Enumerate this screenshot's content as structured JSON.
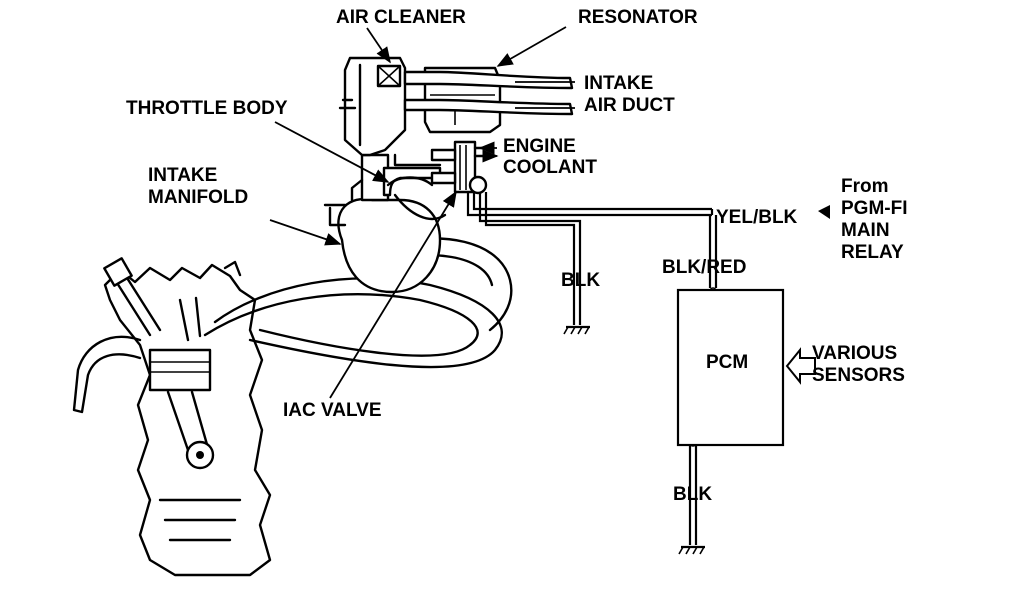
{
  "labels": {
    "air_cleaner": "AIR CLEANER",
    "resonator": "RESONATOR",
    "intake_line1": "INTAKE",
    "air_duct": "AIR DUCT",
    "throttle_body": "THROTTLE BODY",
    "engine": "ENGINE",
    "coolant": "COOLANT",
    "intake_manifold_line1": "INTAKE",
    "manifold": "MANIFOLD",
    "from": "From",
    "pgm_fi": "PGM-FI",
    "main": "MAIN",
    "relay": "RELAY",
    "yel_blk": "YEL/BLK",
    "blk_upper": "BLK",
    "blk_red": "BLK/RED",
    "pcm": "PCM",
    "various": "VARIOUS",
    "sensors": "SENSORS",
    "iac_valve": "IAC VALVE",
    "blk_lower": "BLK"
  }
}
